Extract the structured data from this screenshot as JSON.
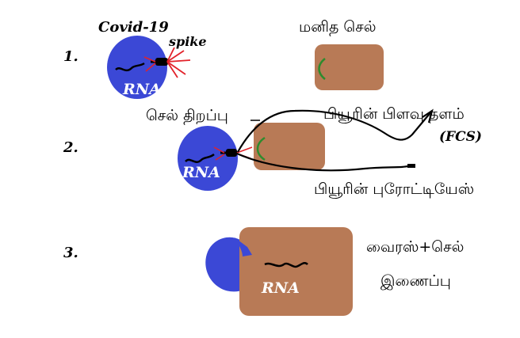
{
  "colors": {
    "virus": "#3b48d6",
    "cell": "#b87a56",
    "spike_red": "#e2222a",
    "receptor_green": "#2e8b2e",
    "ink": "#000000",
    "rna_text": "#ffffff"
  },
  "steps": [
    {
      "number": "1.",
      "virus_label": "Covid-19",
      "spike_label": "spike",
      "rna_label": "RNA",
      "cell_label": "மனித செல்"
    },
    {
      "number": "2.",
      "opening_label": "செல் திறப்பு",
      "furin_site_label": "பியூரின் பிளவு தளம்",
      "furin_site_abbr": "(FCS)",
      "protease_label": "பியூரின் புரோட்டியேஸ்",
      "rna_label": "RNA"
    },
    {
      "number": "3.",
      "fusion_label_line1": "வைரஸ்+செல்",
      "fusion_label_line2": "இணைப்பு",
      "rna_label": "RNA"
    }
  ]
}
